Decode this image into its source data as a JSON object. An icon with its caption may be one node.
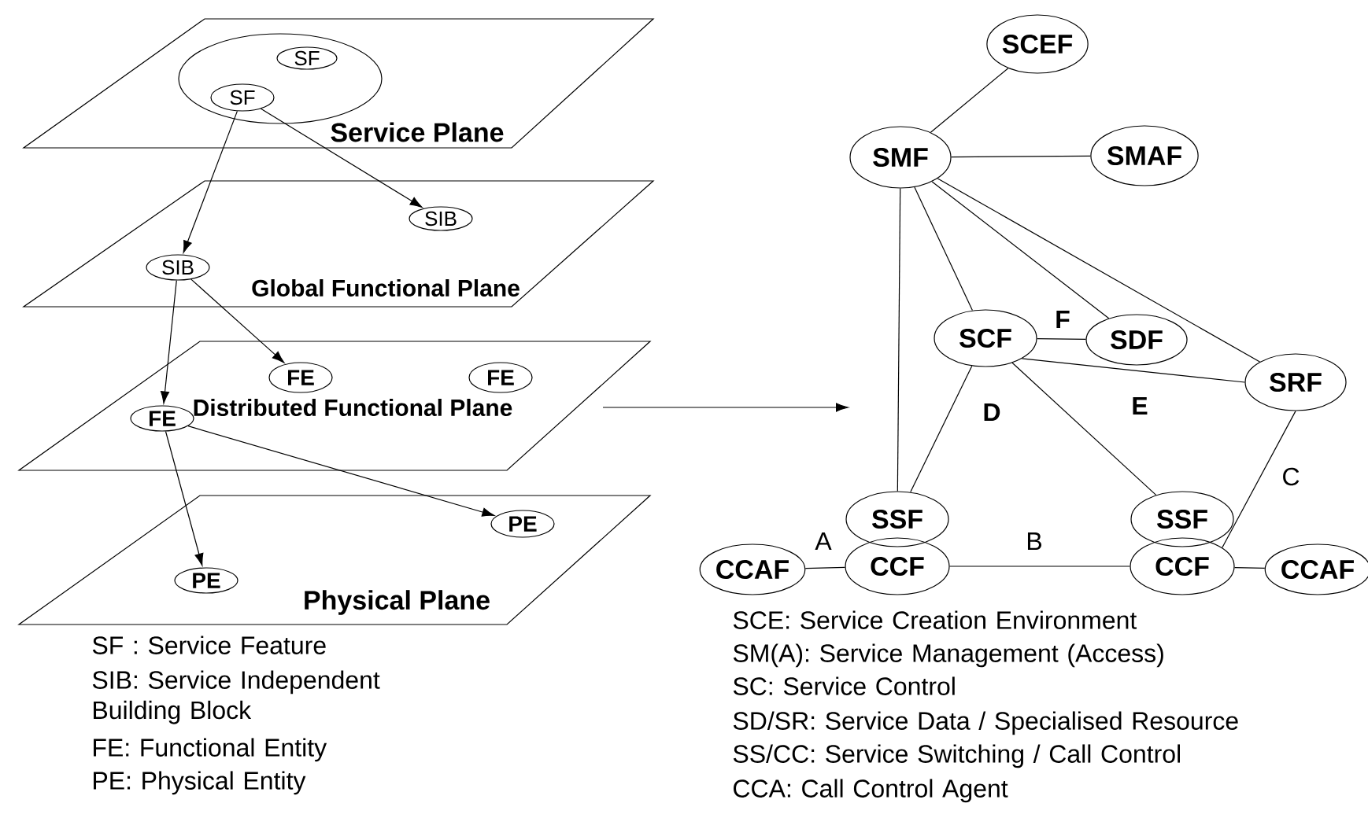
{
  "diagram": {
    "nodes": [
      {
        "text": [
          "Service Plane"
        ]
      },
      {
        "text": [],
        "shape": "ellipse",
        "in": 0
      },
      {
        "text": [
          "SF"
        ],
        "in": 1
      },
      {
        "text": [
          "SF"
        ],
        "in": 1
      },
      {
        "text": [
          "Global Functional Plane"
        ]
      },
      {
        "text": [
          "SIB"
        ],
        "in": 4
      },
      {
        "text": [
          "SIB"
        ],
        "in": 4
      },
      {
        "text": [
          "Distributed Functional Plane"
        ]
      },
      {
        "text": [
          "FE"
        ],
        "in": 7
      },
      {
        "text": [
          "FE"
        ],
        "in": 7
      },
      {
        "text": [
          "FE"
        ],
        "in": 7
      },
      {
        "text": [
          "Physical Plane"
        ]
      },
      {
        "text": [
          "PE"
        ],
        "in": 11
      },
      {
        "text": [
          "PE"
        ],
        "in": 11
      },
      {
        "text": [
          "SCEF"
        ]
      },
      {
        "text": [
          "SMF"
        ]
      },
      {
        "text": [
          "SMAF"
        ]
      },
      {
        "text": [
          "SCF"
        ]
      },
      {
        "text": [
          "SDF"
        ]
      },
      {
        "text": [
          "SRF"
        ]
      },
      {
        "text": [
          "SSF"
        ]
      },
      {
        "text": [
          "SSF"
        ]
      },
      {
        "text": [
          "CCAF"
        ]
      },
      {
        "text": [
          "CCF"
        ]
      },
      {
        "text": [
          "CCF"
        ]
      },
      {
        "text": [
          "CCAF"
        ]
      }
    ],
    "edges": [
      {
        "from": 3,
        "to": 6,
        "arrow": "to"
      },
      {
        "from": 3,
        "to": 5,
        "arrow": "to"
      },
      {
        "from": 6,
        "to": 10,
        "arrow": "to"
      },
      {
        "from": 6,
        "to": 8,
        "arrow": "to"
      },
      {
        "from": 10,
        "to": 13,
        "arrow": "to"
      },
      {
        "from": 10,
        "to": 12,
        "arrow": "to"
      },
      {
        "from": 7,
        "to": null,
        "arrow": "to"
      },
      {
        "from": 14,
        "to": 15,
        "arrow": "none"
      },
      {
        "from": 15,
        "to": 16,
        "arrow": "none"
      },
      {
        "from": 15,
        "to": 17,
        "arrow": "none"
      },
      {
        "from": 15,
        "to": 18,
        "arrow": "none"
      },
      {
        "from": 15,
        "to": 19,
        "arrow": "none"
      },
      {
        "from": 15,
        "to": 20,
        "arrow": "none"
      },
      {
        "from": 17,
        "to": 18,
        "arrow": "none",
        "label": "F"
      },
      {
        "from": 17,
        "to": 19,
        "arrow": "none",
        "label": "E"
      },
      {
        "from": 17,
        "to": 20,
        "arrow": "none",
        "label": "D"
      },
      {
        "from": 17,
        "to": 21,
        "arrow": "none"
      },
      {
        "from": 19,
        "to": 24,
        "arrow": "none",
        "label": "C"
      },
      {
        "from": 22,
        "to": 23,
        "arrow": "none",
        "label": "A"
      },
      {
        "from": 23,
        "to": 24,
        "arrow": "none",
        "label": "B"
      },
      {
        "from": 24,
        "to": 25,
        "arrow": "none"
      }
    ],
    "labels": [
      "SF : Service Feature",
      "SIB: Service Independent Building Block",
      "FE:  Functional Entity",
      "PE: Physical Entity",
      "SCE: Service Creation Environment",
      "SM(A): Service Management (Access)",
      "SC: Service Control",
      "SD/SR: Service Data / Specialised Resource",
      "SS/CC: Service Switching / Call Control",
      "CCA: Call Control Agent"
    ]
  }
}
